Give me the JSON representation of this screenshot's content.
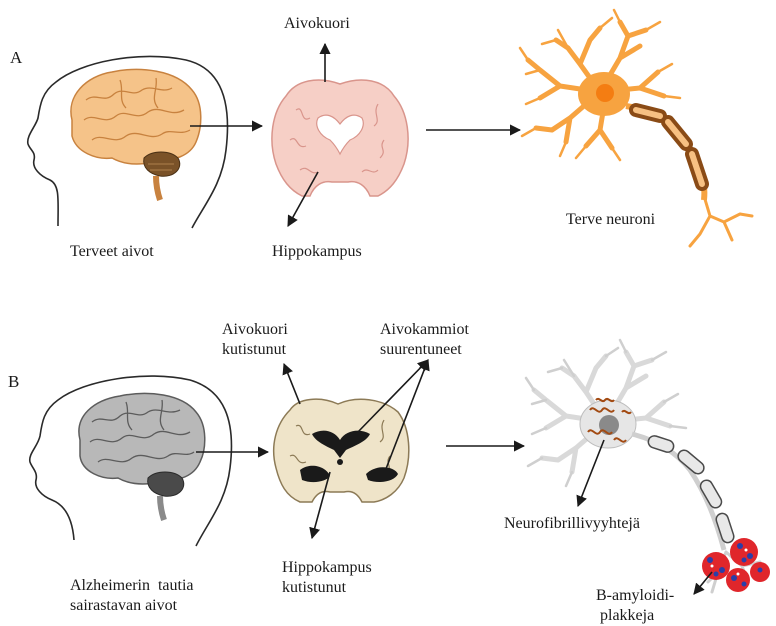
{
  "panel_a": {
    "letter": "A",
    "labels": {
      "cortex": "Aivokuori",
      "hippocampus": "Hippokampus",
      "brain": "Terveet aivot",
      "neuron": "Terve neuroni"
    }
  },
  "panel_b": {
    "letter": "B",
    "labels": {
      "cortex_line1": "Aivokuori",
      "cortex_line2": "kutistunut",
      "ventricles_line1": "Aivokammiot",
      "ventricles_line2": "suurentuneet",
      "hippocampus_line1": "Hippokampus",
      "hippocampus_line2": "kutistunut",
      "brain_line1": "Alzheimerin  tautia",
      "brain_line2": "sairastavan aivot",
      "tangles": "Neurofibrillivyyhtejä",
      "plaques_line1": "B-amyloidi-",
      "plaques_line2": "plakkeja"
    }
  },
  "colors": {
    "healthy_brain": "#f5c389",
    "healthy_outline": "#c8823f",
    "coronal_healthy": "#f6cfc6",
    "coronal_healthy_line": "#d9958c",
    "neuron_healthy": "#f7a340",
    "neuron_nucleus": "#f47d12",
    "myelin_healthy": "#8a4b16",
    "diseased_brain": "#b8b8b8",
    "diseased_outline": "#5c5c5c",
    "coronal_diseased": "#efe4c9",
    "neuron_diseased": "#d9d9d9",
    "tangle": "#a24a12",
    "plaque_red": "#e0262b",
    "plaque_blue": "#2b3ea8"
  }
}
